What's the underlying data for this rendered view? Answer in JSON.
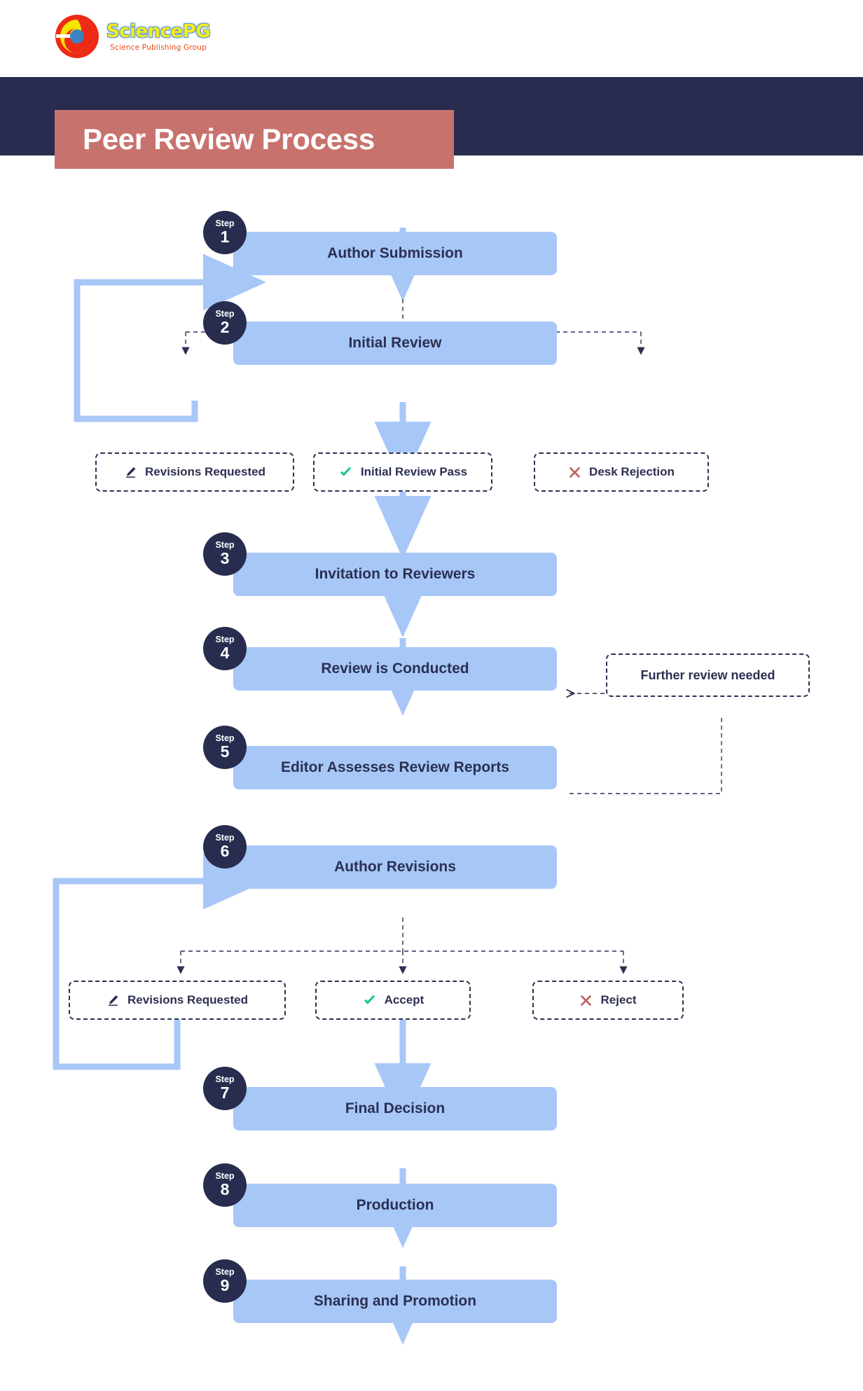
{
  "brand": {
    "logo_icon": "sciencepg-spiral-logo",
    "title": "SciencePG",
    "subtitle": "Science Publishing Group",
    "title_color": "#f5ec1c",
    "subtitle_color": "#ef4513"
  },
  "header": {
    "title": "Peer Review Process",
    "band_color": "#282d4f",
    "plate_color": "#c8726e"
  },
  "theme": {
    "process_box_color": "#a7c7f7",
    "step_badge_color": "#282d4f",
    "text_color": "#2b3052",
    "arrow_color": "#a7c7f7",
    "dashed_color": "#2b3052",
    "check_color": "#16c79a",
    "reject_color": "#c0605e"
  },
  "chart_data": {
    "type": "diagram",
    "title": "Peer Review Process",
    "steps": [
      {
        "step_label": "Step",
        "step_number": "1",
        "label": "Author Submission"
      },
      {
        "step_label": "Step",
        "step_number": "2",
        "label": "Initial Review"
      },
      {
        "step_label": "Step",
        "step_number": "3",
        "label": "Invitation to Reviewers"
      },
      {
        "step_label": "Step",
        "step_number": "4",
        "label": "Review is Conducted"
      },
      {
        "step_label": "Step",
        "step_number": "5",
        "label": "Editor Assesses Review Reports"
      },
      {
        "step_label": "Step",
        "step_number": "6",
        "label": "Author Revisions"
      },
      {
        "step_label": "Step",
        "step_number": "7",
        "label": "Final Decision"
      },
      {
        "step_label": "Step",
        "step_number": "8",
        "label": "Production"
      },
      {
        "step_label": "Step",
        "step_number": "9",
        "label": "Sharing and Promotion"
      }
    ],
    "decision_group_1": [
      {
        "label": "Revisions Requested",
        "icon": "pencil-icon"
      },
      {
        "label": "Initial Review Pass",
        "icon": "check-icon"
      },
      {
        "label": "Desk Rejection",
        "icon": "cross-icon"
      }
    ],
    "decision_group_2": [
      {
        "label": "Revisions Requested",
        "icon": "pencil-icon"
      },
      {
        "label": "Accept",
        "icon": "check-icon"
      },
      {
        "label": "Reject",
        "icon": "cross-icon"
      }
    ],
    "side_note": {
      "label": "Further review needed"
    },
    "flows": [
      "Step 1 -> Step 2",
      "Step 2 -> {Revisions Requested, Initial Review Pass, Desk Rejection}",
      "Revisions Requested -> Step 2 (loop back)",
      "Initial Review Pass -> Step 3",
      "Step 3 -> Step 4",
      "Step 4 -> Step 5",
      "Further review needed -> Step 4",
      "Step 5 -> Further review needed",
      "Step 5 -> Step 6",
      "Step 6 -> {Revisions Requested, Accept, Reject}",
      "Revisions Requested -> Step 6 (loop back)",
      "Accept -> Step 7",
      "Step 7 -> Step 8",
      "Step 8 -> Step 9"
    ]
  }
}
